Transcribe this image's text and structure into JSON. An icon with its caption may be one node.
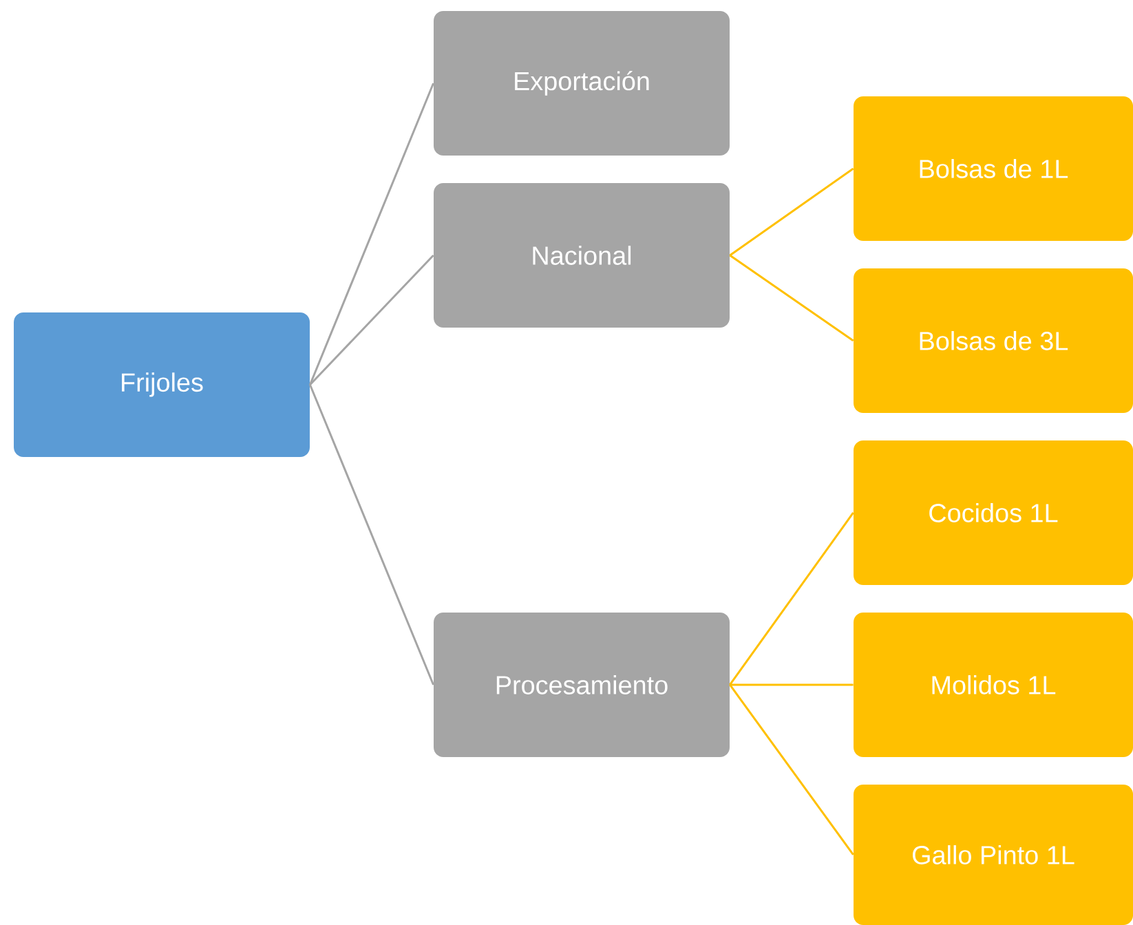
{
  "diagram": {
    "nodes": [
      {
        "text": [
          "Frijoles"
        ]
      },
      {
        "text": [
          "Exportación"
        ]
      },
      {
        "text": [
          "Nacional"
        ]
      },
      {
        "text": [
          "Procesamiento"
        ]
      },
      {
        "text": [
          "Bolsas de 1L"
        ]
      },
      {
        "text": [
          "Bolsas de 3L"
        ]
      },
      {
        "text": [
          "Cocidos 1L"
        ]
      },
      {
        "text": [
          "Molidos 1L"
        ]
      },
      {
        "text": [
          "Gallo Pinto 1L"
        ]
      }
    ],
    "edges": [
      {
        "from": 0,
        "to": 1,
        "arrow": "none",
        "color": "#a5a5a5"
      },
      {
        "from": 0,
        "to": 2,
        "arrow": "none",
        "color": "#a5a5a5"
      },
      {
        "from": 0,
        "to": 3,
        "arrow": "none",
        "color": "#a5a5a5"
      },
      {
        "from": 2,
        "to": 4,
        "arrow": "none",
        "color": "#ffc000"
      },
      {
        "from": 2,
        "to": 5,
        "arrow": "none",
        "color": "#ffc000"
      },
      {
        "from": 3,
        "to": 6,
        "arrow": "none",
        "color": "#ffc000"
      },
      {
        "from": 3,
        "to": 7,
        "arrow": "none",
        "color": "#ffc000"
      },
      {
        "from": 3,
        "to": 8,
        "arrow": "none",
        "color": "#ffc000"
      }
    ]
  }
}
